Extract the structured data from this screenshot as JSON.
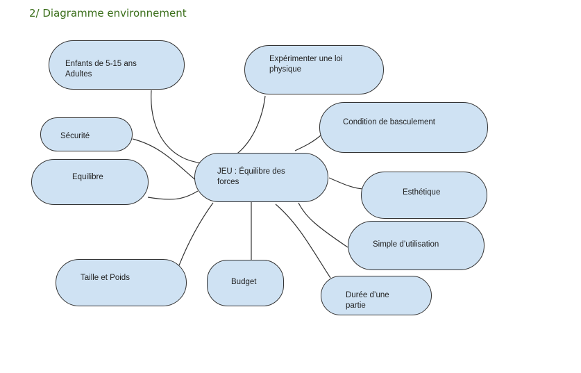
{
  "heading": "2/ Diagramme environnement",
  "center": "JEU : Équilibre des\nforces",
  "nodes": {
    "enfants": "Enfants de 5-15 ans\nAdultes",
    "experimenter": "Expérimenter une loi\nphysique",
    "condition": "Condition de basculement",
    "securite": "Sécurité",
    "equilibre": "Equilibre",
    "esthetique": "Esthétique",
    "simple": "Simple d’utilisation",
    "taille": "Taille et Poids",
    "budget": "Budget",
    "duree": "Durée d’une\npartie"
  },
  "colors": {
    "node_fill": "#cfe2f3",
    "heading": "#3a6e1a"
  }
}
